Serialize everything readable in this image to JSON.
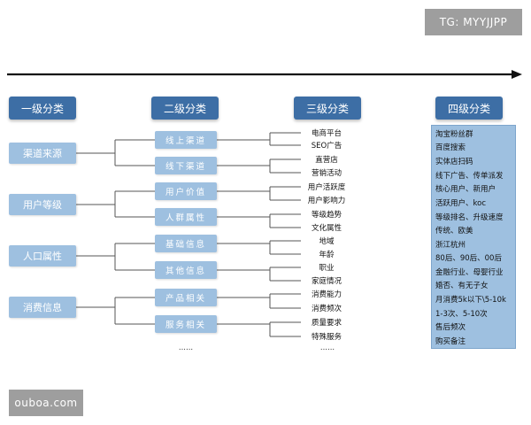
{
  "watermark_top": "TG: MYYJJPP",
  "watermark_bottom": "ouboa.com",
  "headers": [
    "一级分类",
    "二级分类",
    "三级分类",
    "四级分类"
  ],
  "level1": [
    "渠道来源",
    "用户等级",
    "人口属性",
    "消费信息"
  ],
  "level2": [
    "线上渠道",
    "线下渠道",
    "用户价值",
    "人群属性",
    "基础信息",
    "其他信息",
    "产品相关",
    "服务相关"
  ],
  "level3": [
    "电商平台",
    "SEO广告",
    "直营店",
    "营销活动",
    "用户活跃度",
    "用户影响力",
    "等级趋势",
    "文化属性",
    "地域",
    "年龄",
    "职业",
    "家庭情况",
    "消费能力",
    "消费频次",
    "质量要求",
    "特殊服务"
  ],
  "dots": "......",
  "level4": [
    "淘宝粉丝群",
    "百度搜索",
    "实体店扫码",
    "线下广告、传单派发",
    "核心用户、新用户",
    "活跃用户、koc",
    "等级排名、升级速度",
    "传统、欧美",
    "浙江杭州",
    "80后、90后、00后",
    "金融行业、母婴行业",
    "婚否、有无子女",
    "月消费5k以下\\5-10k",
    "1-3次、5-10次",
    "售后频次",
    "购买备注"
  ]
}
